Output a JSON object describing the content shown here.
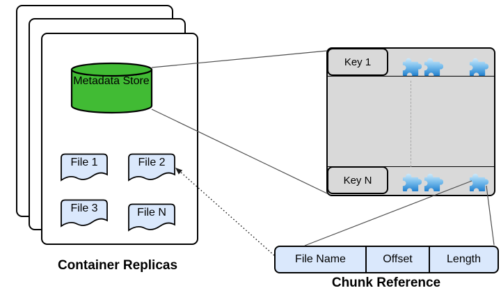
{
  "container": {
    "label": "Container Replicas",
    "store_label": "Metadata Store",
    "files": [
      "File 1",
      "File 2",
      "File 3",
      "File N"
    ]
  },
  "key_table": {
    "rows": [
      {
        "label": "Key 1",
        "chunk_count": 3
      },
      {
        "label": "Key N",
        "chunk_count": 3
      }
    ],
    "continuation": "dashed-ellipsis"
  },
  "chunk_reference": {
    "label": "Chunk Reference",
    "fields": [
      "File Name",
      "Offset",
      "Length"
    ]
  },
  "colors": {
    "store_fill": "#41bb34",
    "file_fill": "#dae8fc",
    "table_fill": "#d9d9d9",
    "puzzle_light": "#cfeafb",
    "puzzle_dark": "#2080cf",
    "line": "#4d4d4d"
  }
}
